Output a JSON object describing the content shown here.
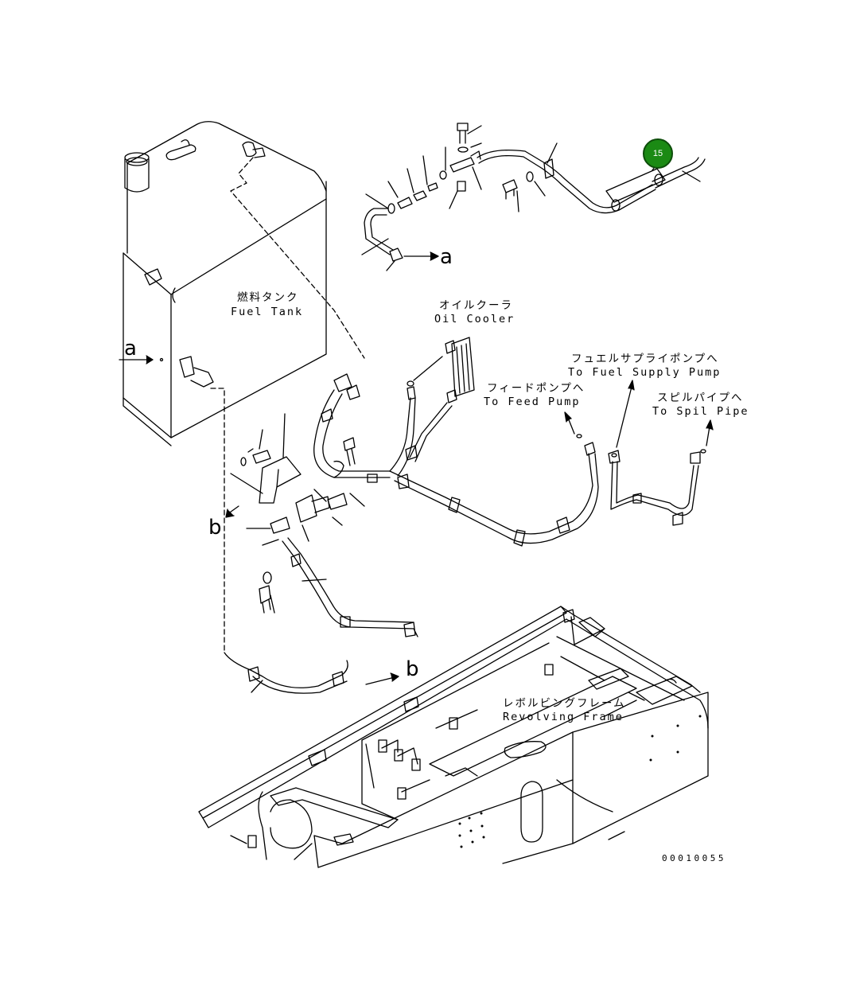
{
  "labels": {
    "fuel_tank_jp": "燃料タンク",
    "fuel_tank_en": "Fuel Tank",
    "oil_cooler_jp": "オイルクーラ",
    "oil_cooler_en": "Oil Cooler",
    "fuel_supply_jp": "フュエルサプライポンプへ",
    "fuel_supply_en": "To Fuel Supply Pump",
    "feed_pump_jp": "フィードポンプへ",
    "feed_pump_en": "To Feed Pump",
    "spil_pipe_jp": "スピルパイプへ",
    "spil_pipe_en": "To Spil Pipe",
    "revolving_jp": "レボルビングフレーム",
    "revolving_en": "Revolving Frame"
  },
  "references": {
    "a_top": "a",
    "a_left": "a",
    "b_left": "b",
    "b_frame": "b"
  },
  "callout": {
    "number": "15",
    "color": "#1b8a14"
  },
  "drawing_number": "00010055"
}
